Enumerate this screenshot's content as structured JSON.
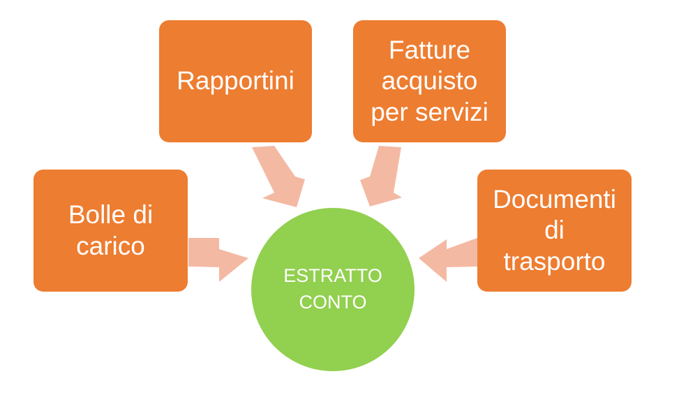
{
  "diagram": {
    "center": {
      "label": "ESTRATTO\nCONTO"
    },
    "sources": [
      {
        "label": "Bolle di\ncarico"
      },
      {
        "label": "Rapportini"
      },
      {
        "label": "Fatture\nacquisto\nper servizi"
      },
      {
        "label": "Documenti\ndi\ntrasporto"
      }
    ]
  },
  "colors": {
    "box": "#ED7D31",
    "center": "#92D050",
    "arrow": "#F4B9A3",
    "text": "#FFFFFF"
  }
}
